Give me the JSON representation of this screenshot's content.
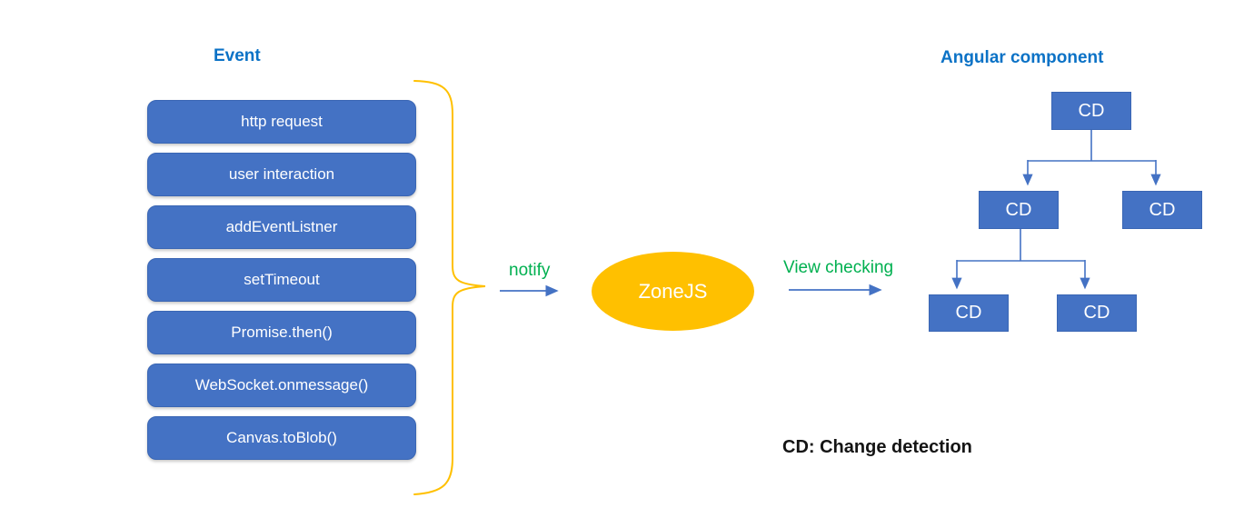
{
  "colors": {
    "node_fill": "#4472C4",
    "node_border": "#3A66B4",
    "accent_yellow": "#FFC000",
    "label_green": "#00B050",
    "heading_blue": "#0B72C6",
    "arrow_blue": "#4472C4",
    "legend_text": "#141414"
  },
  "left_panel": {
    "title": "Event",
    "events": [
      "http request",
      "user interaction",
      "addEventListner",
      "setTimeout",
      "Promise.then()",
      "WebSocket.onmessage()",
      "Canvas.toBlob()"
    ]
  },
  "flow": {
    "notify_label": "notify",
    "zone_label": "ZoneJS",
    "view_checking_label": "View checking"
  },
  "right_panel": {
    "title": "Angular component",
    "nodes": [
      "CD",
      "CD",
      "CD",
      "CD",
      "CD"
    ]
  },
  "legend": "CD: Change detection"
}
